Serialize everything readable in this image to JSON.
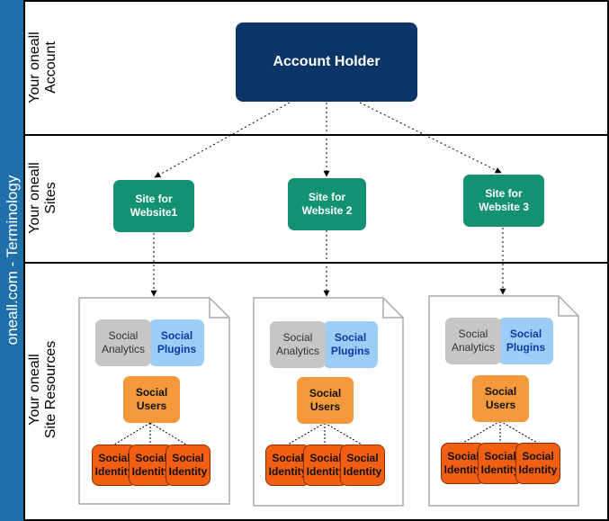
{
  "sidebar": {
    "label": "oneall.com - Terminology"
  },
  "rows": {
    "account": {
      "line1": "Your oneall",
      "line2": "Account"
    },
    "sites": {
      "line1": "Your oneall",
      "line2": "Sites"
    },
    "resources": {
      "line1": "Your oneall",
      "line2": "Site Resources"
    }
  },
  "account_holder": {
    "label": "Account Holder"
  },
  "sites": [
    {
      "line1": "Site for",
      "line2": "Website1"
    },
    {
      "line1": "Site for",
      "line2": "Website 2"
    },
    {
      "line1": "Site for",
      "line2": "Website 3"
    }
  ],
  "resources": {
    "analytics": {
      "line1": "Social",
      "line2": "Analytics"
    },
    "plugins": {
      "line1": "Social",
      "line2": "Plugins"
    },
    "users": {
      "line1": "Social",
      "line2": "Users"
    },
    "identity": {
      "line1": "Social",
      "line2": "Identity"
    }
  },
  "colors": {
    "sidebar": "#1f6fa8",
    "account_holder": "#0b3566",
    "site": "#139273",
    "analytics": "#c6c6c6",
    "plugins": "#9ccdf6",
    "users": "#f59a3c",
    "identity": "#f35f12"
  }
}
